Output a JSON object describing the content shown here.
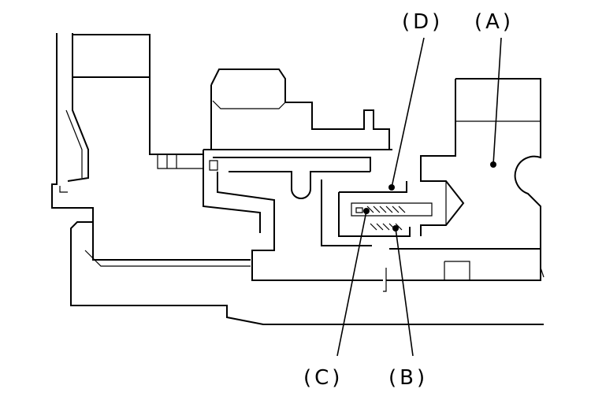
{
  "callouts": {
    "a": "(A)",
    "b": "(B)",
    "c": "(C)",
    "d": "(D)"
  },
  "colors": {
    "line": "#000000",
    "background": "#ffffff"
  }
}
